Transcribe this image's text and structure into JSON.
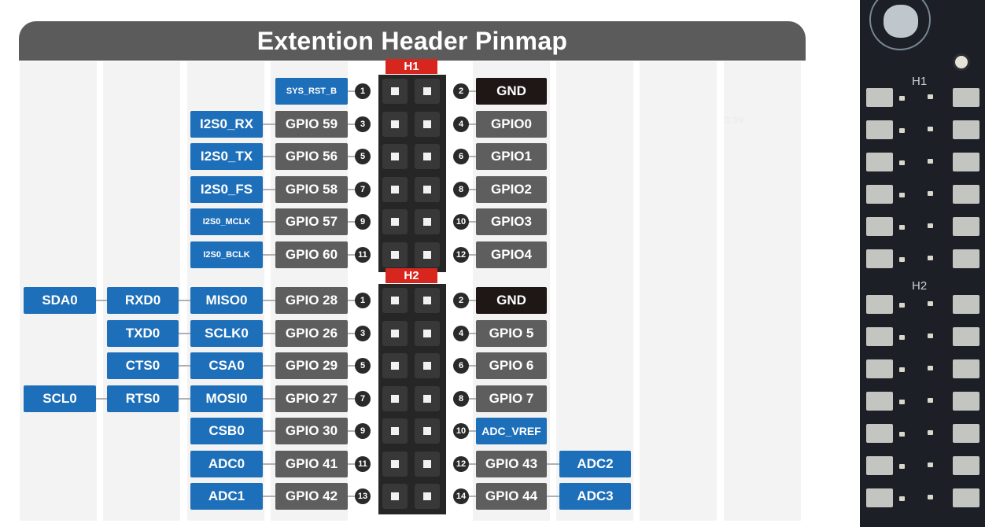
{
  "title": "Extention Header Pinmap",
  "headers": [
    {
      "label": "H1"
    },
    {
      "label": "H2"
    }
  ],
  "h1_rows": [
    {
      "left": [
        {
          "text": "SYS_RST_B",
          "style": "blue"
        }
      ],
      "pin_left": "1",
      "pin_right": "2",
      "right": [
        {
          "text": "GND",
          "style": "black"
        }
      ]
    },
    {
      "left": [
        {
          "text": "I2S0_RX",
          "style": "blue"
        },
        {
          "text": "GPIO 59",
          "style": "gray"
        }
      ],
      "pin_left": "3",
      "pin_right": "4",
      "right": [
        {
          "text": "GPIO0",
          "style": "gray"
        }
      ]
    },
    {
      "left": [
        {
          "text": "I2S0_TX",
          "style": "blue"
        },
        {
          "text": "GPIO 56",
          "style": "gray"
        }
      ],
      "pin_left": "5",
      "pin_right": "6",
      "right": [
        {
          "text": "GPIO1",
          "style": "gray"
        }
      ]
    },
    {
      "left": [
        {
          "text": "I2S0_FS",
          "style": "blue"
        },
        {
          "text": "GPIO 58",
          "style": "gray"
        }
      ],
      "pin_left": "7",
      "pin_right": "8",
      "right": [
        {
          "text": "GPIO2",
          "style": "gray"
        }
      ]
    },
    {
      "left": [
        {
          "text": "I2S0_MCLK",
          "style": "blue"
        },
        {
          "text": "GPIO 57",
          "style": "gray"
        }
      ],
      "pin_left": "9",
      "pin_right": "10",
      "right": [
        {
          "text": "GPIO3",
          "style": "gray"
        }
      ]
    },
    {
      "left": [
        {
          "text": "I2S0_BCLK",
          "style": "blue"
        },
        {
          "text": "GPIO 60",
          "style": "gray"
        }
      ],
      "pin_left": "11",
      "pin_right": "12",
      "right": [
        {
          "text": "GPIO4",
          "style": "gray"
        }
      ]
    }
  ],
  "h2_rows": [
    {
      "left": [
        {
          "text": "SDA0",
          "style": "blue"
        },
        {
          "text": "RXD0",
          "style": "blue"
        },
        {
          "text": "MISO0",
          "style": "blue"
        },
        {
          "text": "GPIO 28",
          "style": "gray"
        }
      ],
      "pin_left": "1",
      "pin_right": "2",
      "right": [
        {
          "text": "GND",
          "style": "black"
        }
      ]
    },
    {
      "left": [
        {
          "text": "TXD0",
          "style": "blue"
        },
        {
          "text": "SCLK0",
          "style": "blue"
        },
        {
          "text": "GPIO 26",
          "style": "gray"
        }
      ],
      "pin_left": "3",
      "pin_right": "4",
      "right": [
        {
          "text": "GPIO 5",
          "style": "gray"
        }
      ]
    },
    {
      "left": [
        {
          "text": "CTS0",
          "style": "blue"
        },
        {
          "text": "CSA0",
          "style": "blue"
        },
        {
          "text": "GPIO 29",
          "style": "gray"
        }
      ],
      "pin_left": "5",
      "pin_right": "6",
      "right": [
        {
          "text": "GPIO 6",
          "style": "gray"
        }
      ]
    },
    {
      "left": [
        {
          "text": "SCL0",
          "style": "blue"
        },
        {
          "text": "RTS0",
          "style": "blue"
        },
        {
          "text": "MOSI0",
          "style": "blue"
        },
        {
          "text": "GPIO 27",
          "style": "gray"
        }
      ],
      "pin_left": "7",
      "pin_right": "8",
      "right": [
        {
          "text": "GPIO 7",
          "style": "gray"
        }
      ]
    },
    {
      "left": [
        {
          "text": "CSB0",
          "style": "blue"
        },
        {
          "text": "GPIO 30",
          "style": "gray"
        }
      ],
      "pin_left": "9",
      "pin_right": "10",
      "right": [
        {
          "text": "ADC_VREF",
          "style": "blue"
        }
      ]
    },
    {
      "left": [
        {
          "text": "ADC0",
          "style": "blue"
        },
        {
          "text": "GPIO 41",
          "style": "gray"
        }
      ],
      "pin_left": "11",
      "pin_right": "12",
      "right": [
        {
          "text": "GPIO 43",
          "style": "gray"
        },
        {
          "text": "ADC2",
          "style": "blue"
        }
      ]
    },
    {
      "left": [
        {
          "text": "ADC1",
          "style": "blue"
        },
        {
          "text": "GPIO 42",
          "style": "gray"
        }
      ],
      "pin_left": "13",
      "pin_right": "14",
      "right": [
        {
          "text": "GPIO 44",
          "style": "gray"
        },
        {
          "text": "ADC3",
          "style": "blue"
        }
      ]
    }
  ],
  "faint_text": "3.3V",
  "board_photo": {
    "labels": [
      "H1",
      "H2"
    ]
  },
  "colors": {
    "function_label": "#1e6fb9",
    "gpio_label": "#5e5e5e",
    "ground_label": "#1e1716",
    "header_tag": "#d7261e",
    "banner": "#5b5b5b"
  }
}
